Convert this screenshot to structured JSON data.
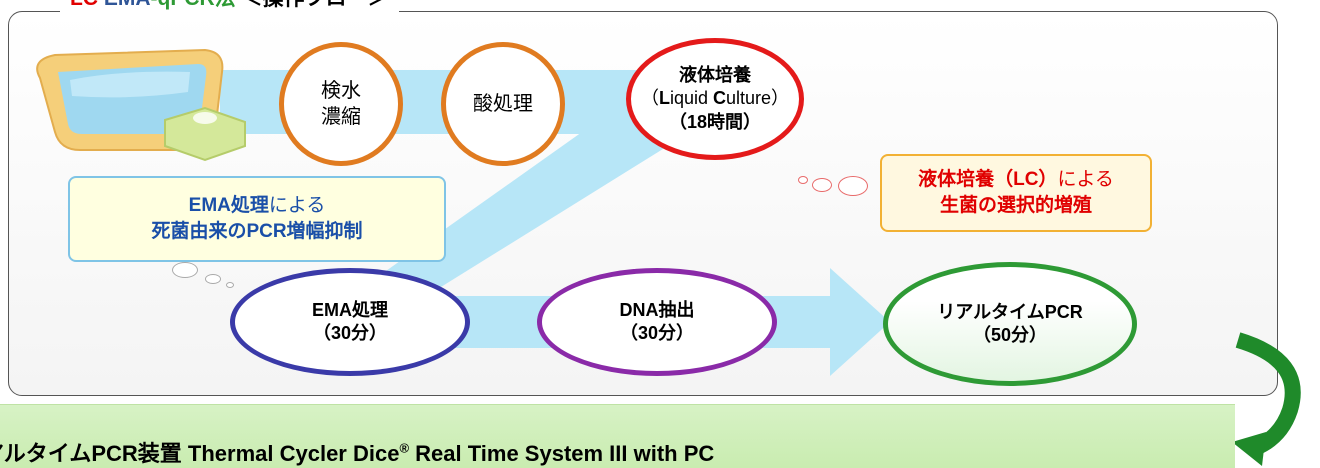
{
  "title": {
    "lc": "LC",
    "ema": "EMA",
    "qpcr": "-qPCR法",
    "rest": "＜操作フロー＞"
  },
  "nodes": {
    "kensui": {
      "line1": "検水",
      "line2": "濃縮"
    },
    "acid": {
      "label": "酸処理"
    },
    "culture": {
      "line1": "液体培養",
      "line2_open": "（",
      "line2_L": "L",
      "line2_mid": "iquid ",
      "line2_C": "C",
      "line2_end": "ulture）",
      "line3": "（18時間）"
    },
    "ema": {
      "line1": "EMA処理",
      "line2": "（30分）"
    },
    "dna": {
      "line1": "DNA抽出",
      "line2": "（30分）"
    },
    "pcr": {
      "line1": "リアルタイムPCR",
      "line2": "（50分）"
    }
  },
  "callouts": {
    "ema": {
      "bold": "EMA処理",
      "plain": "による",
      "line2": "死菌由来のPCR増幅抑制"
    },
    "lc": {
      "bold": "液体培養（LC）",
      "plain": "による",
      "line2": "生菌の選択的増殖"
    }
  },
  "bottom": {
    "text": "アルタイムPCR装置  Thermal Cycler Dice",
    "reg": "®",
    "text2": " Real Time System III with PC"
  },
  "colors": {
    "flow_arrow": "#b7e6f7",
    "orange": "#e07b20",
    "red": "#e41a1a",
    "navy": "#3a3aa8",
    "purple": "#8a2aa8",
    "green": "#2e9a35"
  }
}
